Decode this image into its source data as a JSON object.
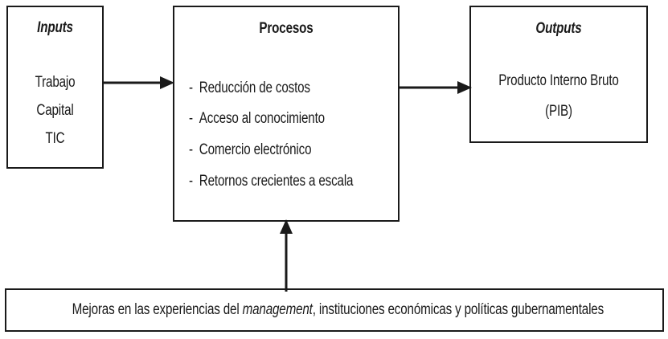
{
  "diagram": {
    "title_semantic": "Modelo Inputs-Procesos-Outputs",
    "inputs_box": {
      "title": "Inputs",
      "items": [
        "Trabajo",
        "Capital",
        "TIC"
      ]
    },
    "procesos_box": {
      "title": "Procesos",
      "bullet_marker": "-",
      "items": [
        "Reducción de costos",
        "Acceso al conocimiento",
        "Comercio electrónico",
        "Retornos crecientes a escala"
      ]
    },
    "outputs_box": {
      "title": "Outputs",
      "line1": "Producto Interno Bruto",
      "line2": "(PIB)"
    },
    "footer_box": {
      "text_before_italic": "Mejoras en las experiencias del ",
      "italic_text": "management",
      "text_after_italic": ", instituciones económicas y políticas gubernamentales",
      "full_text": "Mejoras en las experiencias del management, instituciones económicas y políticas gubernamentales"
    },
    "connectors": [
      {
        "name": "inputs-to-procesos",
        "direction": "right"
      },
      {
        "name": "procesos-to-outputs",
        "direction": "right"
      },
      {
        "name": "footer-to-procesos",
        "direction": "up"
      }
    ],
    "colors": {
      "stroke": "#1a1a1a",
      "background": "#ffffff",
      "text": "#1a1a1a"
    }
  }
}
